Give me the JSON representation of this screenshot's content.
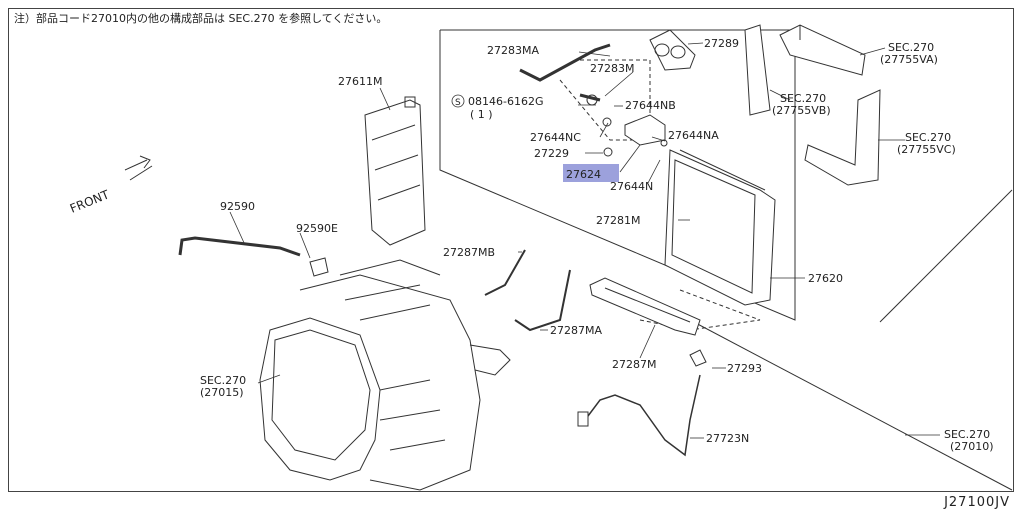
{
  "note": "注）部品コード27010内の他の構成部品は SEC.270 を参照してください。",
  "diagram_code": "J27100JV",
  "front_label": "FRONT",
  "labels": {
    "p27283MA": "27283MA",
    "p27289": "27289",
    "p27283M": "27283M",
    "s_prefix": "S",
    "p08146": "08146-6162G",
    "p08146_qty": "( 1 )",
    "p27644NB": "27644NB",
    "p27644NC": "27644NC",
    "p27644NA": "27644NA",
    "p27229": "27229",
    "p27624": "27624",
    "p27644N": "27644N",
    "p27611M": "27611M",
    "p92590": "92590",
    "p92590E": "92590E",
    "p27281M": "27281M",
    "p27287MB": "27287MB",
    "p27620": "27620",
    "p27287MA": "27287MA",
    "p27287M": "27287M",
    "p27293": "27293",
    "p27723N": "27723N",
    "sec_va": "SEC.270",
    "sec_va_sub": "(27755VA)",
    "sec_vb": "SEC.270",
    "sec_vb_sub": "(27755VB)",
    "sec_vc": "SEC.270",
    "sec_vc_sub": "(27755VC)",
    "sec_015": "SEC.270",
    "sec_015_sub": "(27015)",
    "sec_010": "SEC.270",
    "sec_010_sub": "(27010)"
  },
  "highlight_part": "27624",
  "highlight_color": "#8b91d6"
}
